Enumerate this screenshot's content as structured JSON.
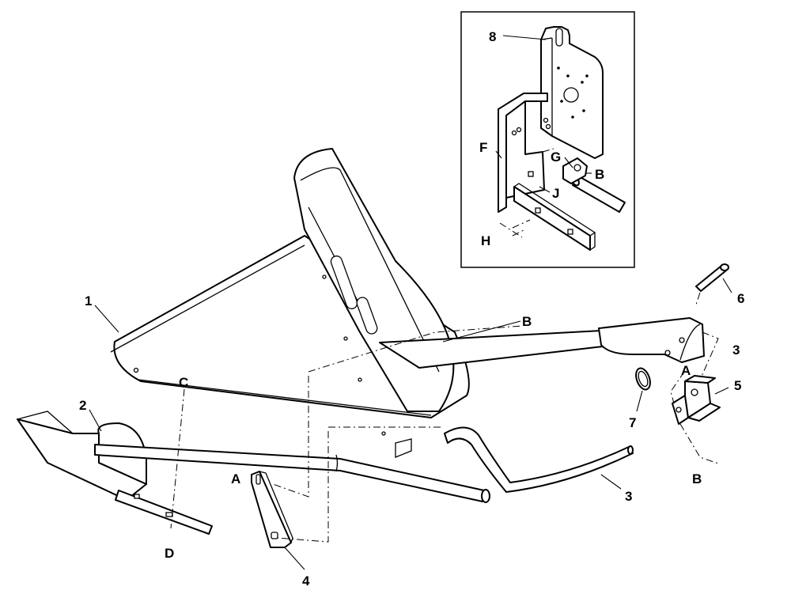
{
  "labels": {
    "part_1": "1",
    "part_2": "2",
    "part_3_hose": "3",
    "part_3_bracket": "3",
    "part_4": "4",
    "part_5": "5",
    "part_6": "6",
    "part_7": "7",
    "part_8": "8",
    "ref_A_bracket4": "A",
    "ref_A_bracket5": "A",
    "ref_B_tube": "B",
    "ref_B_lower": "B",
    "ref_B_inset": "B",
    "ref_C": "C",
    "ref_D": "D",
    "ref_F": "F",
    "ref_G": "G",
    "ref_H": "H",
    "ref_J": "J"
  }
}
